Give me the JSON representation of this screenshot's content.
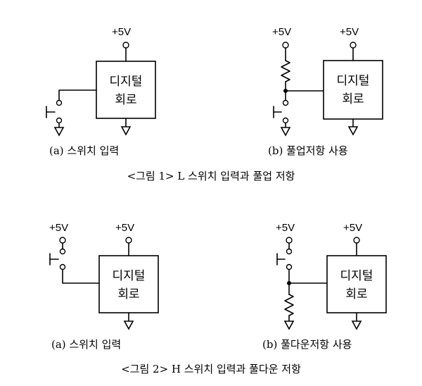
{
  "figures": [
    {
      "caption": "<그림 1> L 스위치 입력과 풀업 저항",
      "panels": [
        {
          "caption": "(a) 스위치 입력",
          "supplies": [
            "+5V"
          ],
          "block": {
            "line1": "디지털",
            "line2": "회로"
          }
        },
        {
          "caption": "(b) 풀업저항 사용",
          "supplies": [
            "+5V",
            "+5V"
          ],
          "block": {
            "line1": "디지털",
            "line2": "회로"
          }
        }
      ]
    },
    {
      "caption": "<그림 2> H 스위치 입력과 풀다운 저항",
      "panels": [
        {
          "caption": "(a) 스위치 입력",
          "supplies": [
            "+5V",
            "+5V"
          ],
          "block": {
            "line1": "디지털",
            "line2": "회로"
          }
        },
        {
          "caption": "(b) 풀다운저항 사용",
          "supplies": [
            "+5V",
            "+5V"
          ],
          "block": {
            "line1": "디지털",
            "line2": "회로"
          }
        }
      ]
    }
  ]
}
